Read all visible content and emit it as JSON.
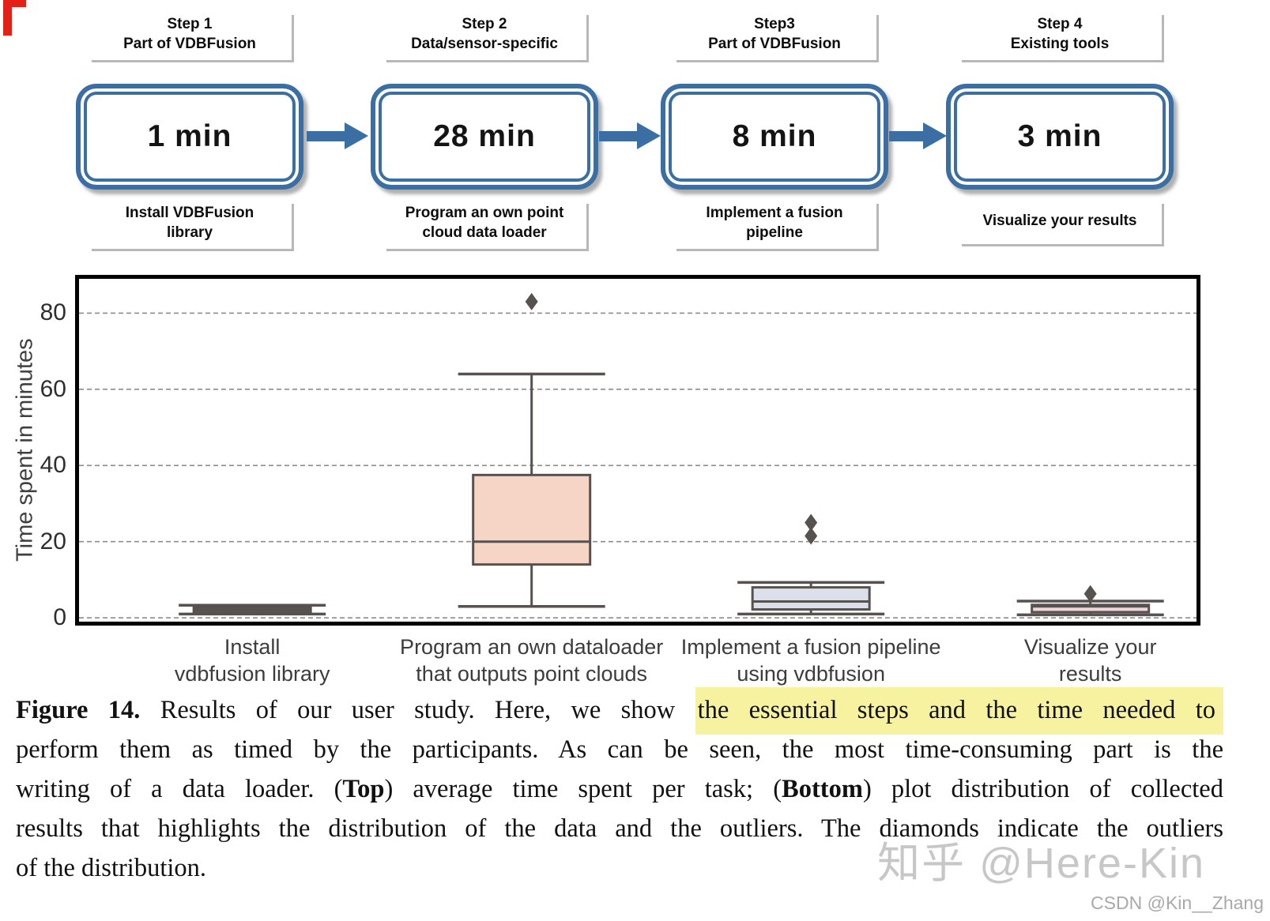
{
  "colors": {
    "flow_blue": "#3b6fa3",
    "highlight_yellow": "#f7f2a0",
    "chart_stroke": "#57514f",
    "gridline": "#8c8c8c",
    "corner_mark_red": "#e32119"
  },
  "flowchart": {
    "steps": [
      {
        "header": "Step 1\nPart of VDBFusion",
        "time": "1 min",
        "description": "Install VDBFusion\nlibrary"
      },
      {
        "header": "Step 2\nData/sensor-specific",
        "time": "28 min",
        "description": "Program an own point\ncloud data loader"
      },
      {
        "header": "Step3\nPart of VDBFusion",
        "time": "8 min",
        "description": "Implement a fusion\npipeline"
      },
      {
        "header": "Step 4\nExisting tools",
        "time": "3 min",
        "description": "Visualize your results"
      }
    ]
  },
  "chart_data": {
    "type": "boxplot",
    "title": "",
    "xlabel": "",
    "ylabel": "Time spent in minutes",
    "yticks": [
      0,
      20,
      40,
      60,
      80
    ],
    "ylim": [
      -1,
      89
    ],
    "grid": "horizontal dashed",
    "legend": "none",
    "outlier_marker": "diamond",
    "categories": [
      "Install\nvdbfusion library",
      "Program an own dataloader\nthat outputs point clouds",
      "Implement a fusion pipeline\nusing vdbfusion",
      "Visualize your\nresults"
    ],
    "series": [
      {
        "name": "Install vdbfusion library",
        "min": 1,
        "q1": 1.3,
        "median": 2,
        "q3": 2.7,
        "max": 3.3,
        "outliers": [],
        "fill": "#5d5d5d"
      },
      {
        "name": "Program an own dataloader that outputs point clouds",
        "min": 3,
        "q1": 14,
        "median": 20,
        "q3": 37.5,
        "max": 64,
        "outliers": [
          83
        ],
        "fill": "#f6d5c6"
      },
      {
        "name": "Implement a fusion pipeline using vdbfusion",
        "min": 1,
        "q1": 2.2,
        "median": 4.3,
        "q3": 8,
        "max": 9.3,
        "outliers": [
          21.5,
          25
        ],
        "fill": "#dbe0ea"
      },
      {
        "name": "Visualize your results",
        "min": 0.8,
        "q1": 1.5,
        "median": 3,
        "q3": 3.4,
        "max": 4.4,
        "outliers": [
          6.3
        ],
        "fill": "#ecd5dc"
      }
    ]
  },
  "caption": {
    "lines": [
      {
        "segments": [
          {
            "text": "Figure 14.",
            "bold": true
          },
          {
            "text": "  Results of our user study.  Here, we show "
          },
          {
            "text": "the essential steps and the time needed to",
            "highlight": true
          }
        ]
      },
      {
        "segments": [
          {
            "text": "perform them as timed by the participants.  As can be seen, the most time-consuming part is the"
          }
        ]
      },
      {
        "segments": [
          {
            "text": "writing of a data loader.  ("
          },
          {
            "text": "Top",
            "bold": true
          },
          {
            "text": ") average time spent per task; ("
          },
          {
            "text": "Bottom",
            "bold": true
          },
          {
            "text": ") plot distribution of collected"
          }
        ]
      },
      {
        "segments": [
          {
            "text": "results that highlights the distribution of the data and the outliers.  The diamonds indicate the outliers"
          }
        ]
      },
      {
        "segments": [
          {
            "text": "of the distribution."
          }
        ]
      }
    ]
  },
  "watermarks": {
    "zhihu": "知乎 @Here-Kin",
    "csdn": "CSDN @Kin__Zhang"
  }
}
